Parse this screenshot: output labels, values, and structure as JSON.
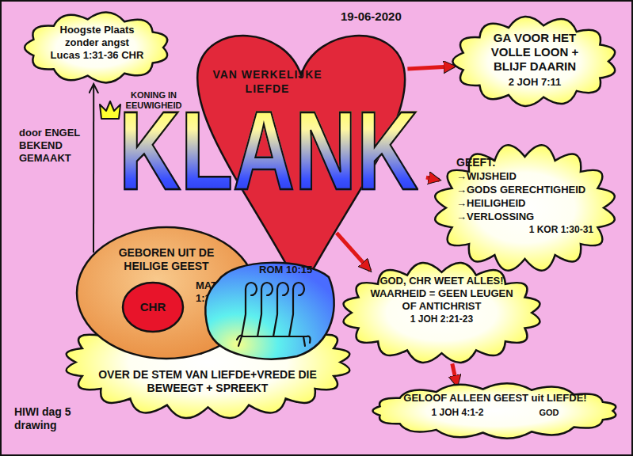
{
  "diagram": {
    "nodes": [
      {
        "text": [
          "Hoogste Plaats zonder angst",
          "Lucas 1:31-36 CHR"
        ]
      },
      {
        "text": [
          "VAN WERKELIJKE LIEFDE",
          "KLANK"
        ]
      },
      {
        "text": [
          "GA VOOR HET VOLLE LOON + BLIJF DAARIN",
          "2 JOH 7:11"
        ]
      },
      {
        "text": [
          "GEEFT:",
          "→WIJSHEID",
          "→GODS GERECHTIGHEID",
          "→HEILIGHEID",
          "→VERLOSSING",
          "1 KOR 1:30-31"
        ]
      },
      {
        "text": [
          "GEBOREN UIT DE HEILIGE GEEST",
          "MAT 1:18"
        ]
      },
      {
        "text": [
          "CHR"
        ],
        "in": 4
      },
      {
        "text": [
          "GOD, CHR WEET ALLES!",
          "WAARHEID = GEEN LEUGEN OF ANTICHRIST",
          "1 JOH 2:21-23"
        ]
      },
      {
        "text": [
          "ROM 10:15"
        ]
      },
      {
        "text": [
          "OVER DE STEM VAN LIEFDE+VREDE DIE BEWEEGT + SPREEKT"
        ]
      },
      {
        "text": [
          "GELOOF ALLEEN GEEST uit LIEFDE!",
          "1 JOH 4:1-2",
          "GOD"
        ]
      }
    ],
    "edges": [
      {
        "from": 1,
        "to": 2,
        "arrow": "to"
      },
      {
        "from": 1,
        "to": 3,
        "arrow": "to"
      },
      {
        "from": 1,
        "to": 6,
        "arrow": "to"
      },
      {
        "from": 6,
        "to": 9,
        "arrow": "to"
      },
      {
        "from": 4,
        "to": 0,
        "label": "door ENGEL BEKEND GEMAAKT",
        "arrow": "to"
      }
    ],
    "labels": [
      "19-06-2020",
      "KONING IN EEUWIGHEID",
      "HIWI dag 5 drawing"
    ]
  }
}
